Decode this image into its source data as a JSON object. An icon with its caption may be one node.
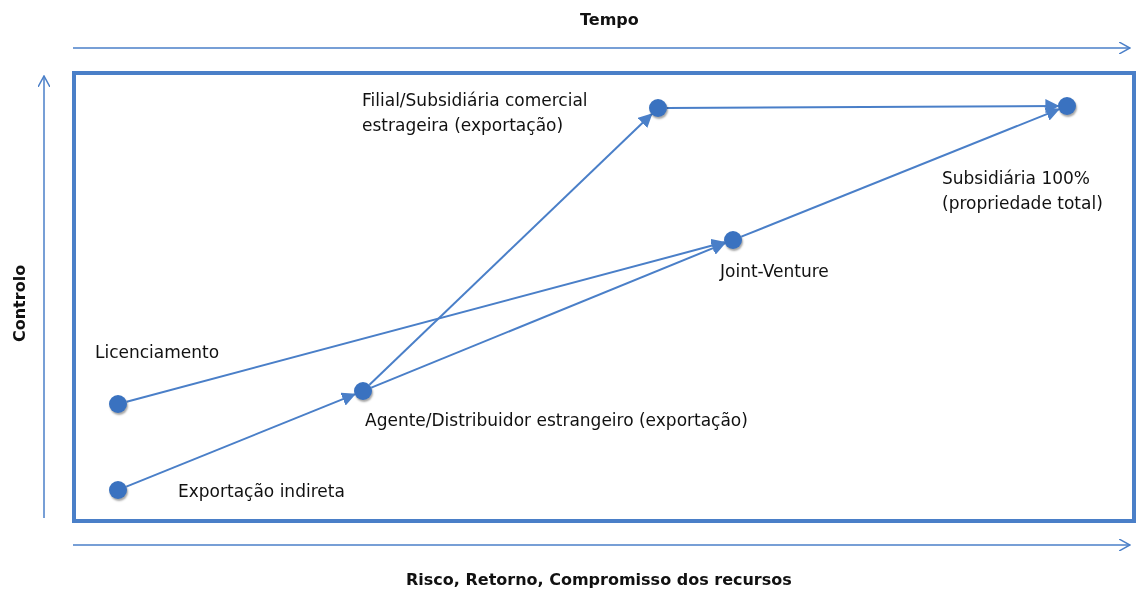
{
  "diagram": {
    "nodes": [
      {
        "text": [],
        "shape": "circle",
        "beside": [
          "Filial/Subsidiária comercial estrageira (exportação)"
        ]
      },
      {
        "text": [],
        "shape": "circle",
        "beside": [
          "Subsidiária 100% (propriedade total)"
        ]
      },
      {
        "text": [],
        "shape": "circle",
        "beside": [
          "Joint-Venture"
        ]
      },
      {
        "text": [],
        "shape": "circle",
        "beside": [
          "Licenciamento"
        ]
      },
      {
        "text": [],
        "shape": "circle",
        "beside": [
          "Agente/Distribuidor estrangeiro (exportação)"
        ]
      },
      {
        "text": [],
        "shape": "circle",
        "beside": [
          "Exportação indireta"
        ]
      }
    ],
    "edges": [
      {
        "from": 5,
        "to": 4,
        "arrow": "to"
      },
      {
        "from": 4,
        "to": 0,
        "arrow": "to"
      },
      {
        "from": 0,
        "to": 1,
        "arrow": "to"
      },
      {
        "from": 4,
        "to": 2,
        "arrow": "to"
      },
      {
        "from": 3,
        "to": 2,
        "arrow": "to"
      },
      {
        "from": 2,
        "to": 1,
        "arrow": "to"
      }
    ],
    "labels": [
      "Tempo",
      "Controlo",
      "Risco, Retorno, Compromisso dos recursos"
    ]
  }
}
